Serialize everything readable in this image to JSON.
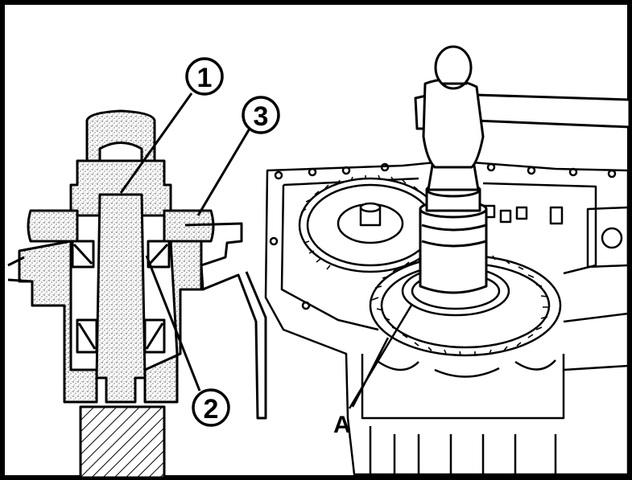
{
  "diagram": {
    "callouts": {
      "one": "1",
      "two": "2",
      "three": "3",
      "a": "A"
    },
    "colors": {
      "ink": "#000000",
      "paper": "#ffffff",
      "stipple": "#555555"
    }
  }
}
